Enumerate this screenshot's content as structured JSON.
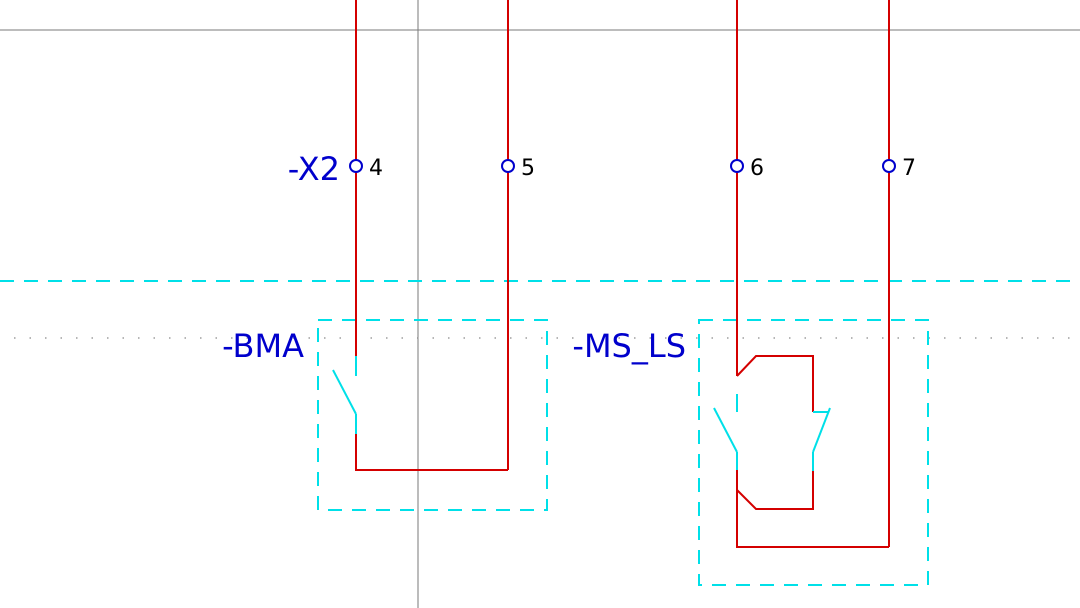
{
  "terminal_strip": {
    "tag": "-X2",
    "terminals": [
      "4",
      "5",
      "6",
      "7"
    ]
  },
  "devices": {
    "bma": {
      "tag": "-BMA"
    },
    "ms_ls": {
      "tag": "-MS_LS"
    }
  },
  "colors": {
    "wire": "#d40000",
    "device_outline": "#00e0e8",
    "label": "#0000cc",
    "terminal": "#0000cc",
    "crosshair": "#7a7a7a",
    "background": "#ffffff"
  }
}
